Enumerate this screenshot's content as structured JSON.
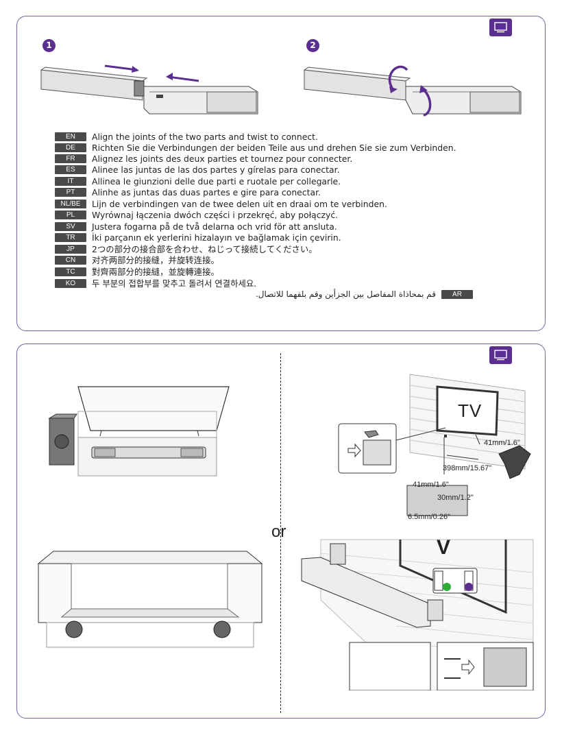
{
  "steps": [
    "1",
    "2"
  ],
  "languages": [
    {
      "code": "EN",
      "text": "Align the joints of the two parts and twist to connect."
    },
    {
      "code": "DE",
      "text": "Richten Sie die Verbindungen der beiden Teile aus und drehen Sie sie zum Verbinden."
    },
    {
      "code": "FR",
      "text": "Alignez les joints des deux parties et tournez pour connecter."
    },
    {
      "code": "ES",
      "text": "Alinee las juntas de las dos partes y gírelas para conectar."
    },
    {
      "code": "IT",
      "text": "Allinea le giunzioni delle due parti e ruotale per collegarle."
    },
    {
      "code": "PT",
      "text": "Alinhe as juntas das duas partes e gire para conectar."
    },
    {
      "code": "NL/BE",
      "text": "Lijn de verbindingen van de twee delen uit en draai om te verbinden."
    },
    {
      "code": "PL",
      "text": "Wyrównaj łączenia dwóch części i przekręć, aby połączyć."
    },
    {
      "code": "SV",
      "text": "Justera fogarna på de två delarna och vrid för att ansluta."
    },
    {
      "code": "TR",
      "text": "İki parçanın ek yerlerini hizalayın ve bağlamak için çevirin."
    },
    {
      "code": "JP",
      "text": "2つの部分の接合部を合わせ、ねじって接続してください。"
    },
    {
      "code": "CN",
      "text": "对齐两部分的接缝，并旋转连接。"
    },
    {
      "code": "TC",
      "text": "對齊兩部分的接縫，並旋轉連接。"
    },
    {
      "code": "KO",
      "text": "두 부분의 접합부를 맞추고 돌려서 연결하세요."
    }
  ],
  "arabic": {
    "code": "AR",
    "text": "قم بمحاذاة المفاصل بين الجزأين وقم بلفهما للاتصال."
  },
  "wall": {
    "tv_label": "TV",
    "dim_top": "41mm/1.6\"",
    "dim_width": "398mm/15.67\"",
    "dim_left": "41mm/1.6\"",
    "dim_height": "30mm/1.2\"",
    "dim_drill": "6.5mm/0.26\""
  },
  "or_label": "or",
  "bottom_tv_letter": "V",
  "colors": {
    "accent": "#5b2f8f",
    "check": "#2fae3a"
  }
}
